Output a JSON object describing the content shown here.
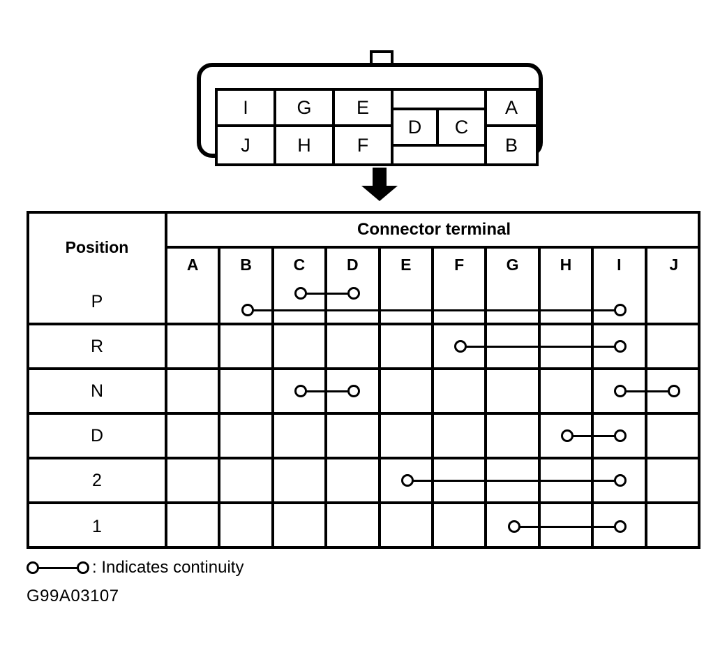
{
  "connector": {
    "name": "transmission-range-switch-connector",
    "top_tab": "tab",
    "bottom_tab": "tab",
    "columns": [
      {
        "top": "I",
        "bottom": "J"
      },
      {
        "top": "G",
        "bottom": "H"
      },
      {
        "top": "E",
        "bottom": "F"
      }
    ],
    "middle": {
      "upper_strip": "",
      "cells": [
        "D",
        "C"
      ],
      "lower_strip": ""
    },
    "right_column": {
      "top": "A",
      "bottom": "B"
    }
  },
  "arrow": {
    "direction": "down",
    "name": "down-arrow"
  },
  "table": {
    "position_header": "Position",
    "terminal_header": "Connector terminal",
    "terminals": [
      "A",
      "B",
      "C",
      "D",
      "E",
      "F",
      "G",
      "H",
      "I",
      "J"
    ],
    "rows": [
      {
        "position": "P",
        "links": [
          {
            "from": "C",
            "to": "D",
            "level": "upper"
          },
          {
            "from": "B",
            "to": "I",
            "level": "lower"
          }
        ]
      },
      {
        "position": "R",
        "links": [
          {
            "from": "F",
            "to": "I",
            "level": "middle"
          }
        ]
      },
      {
        "position": "N",
        "links": [
          {
            "from": "C",
            "to": "D",
            "level": "middle"
          },
          {
            "from": "I",
            "to": "J",
            "level": "middle"
          }
        ]
      },
      {
        "position": "D",
        "links": [
          {
            "from": "H",
            "to": "I",
            "level": "middle"
          }
        ]
      },
      {
        "position": "2",
        "links": [
          {
            "from": "E",
            "to": "I",
            "level": "middle"
          }
        ]
      },
      {
        "position": "1",
        "links": [
          {
            "from": "G",
            "to": "I",
            "level": "middle"
          }
        ]
      }
    ]
  },
  "legend": {
    "text": ": Indicates continuity"
  },
  "figure_id": "G99A03107",
  "colors": {
    "ink": "#000000",
    "paper": "#ffffff"
  }
}
